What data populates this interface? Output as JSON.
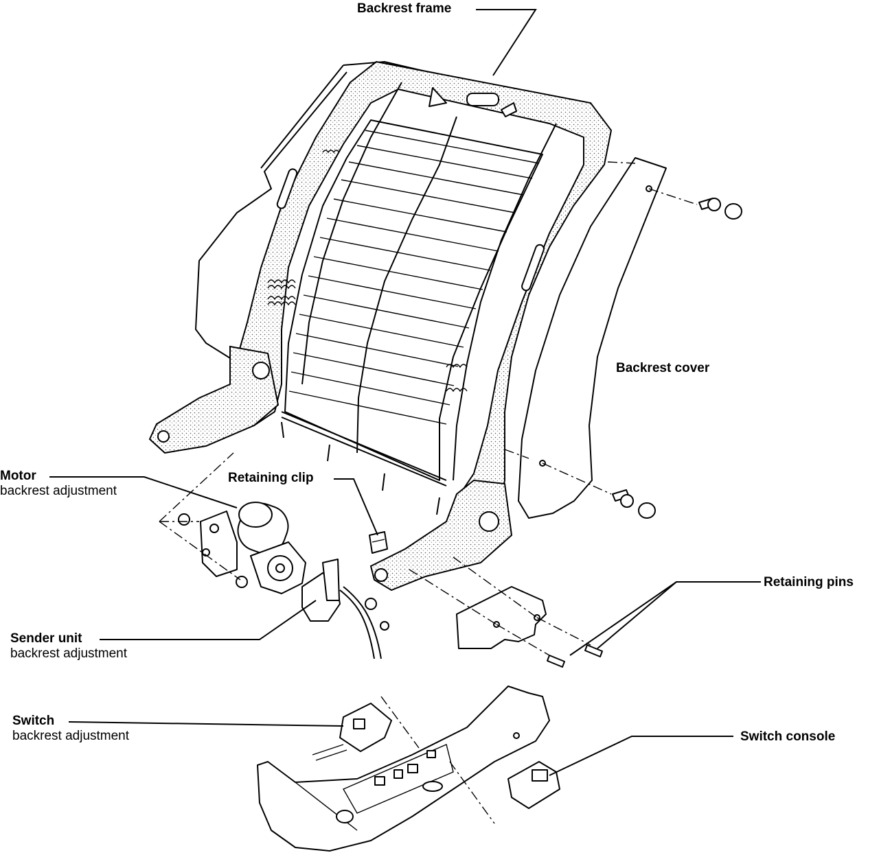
{
  "labels": {
    "backrest_frame": "Backrest frame",
    "backrest_cover": "Backrest cover",
    "motor": "Motor",
    "motor_sub": "backrest adjustment",
    "retaining_clip": "Retaining clip",
    "retaining_pins": "Retaining pins",
    "sender_unit": "Sender unit",
    "sender_unit_sub": "backrest adjustment",
    "switch": "Switch",
    "switch_sub": "backrest adjustment",
    "switch_console": "Switch console"
  },
  "colors": {
    "line": "#000000",
    "background": "#ffffff"
  }
}
